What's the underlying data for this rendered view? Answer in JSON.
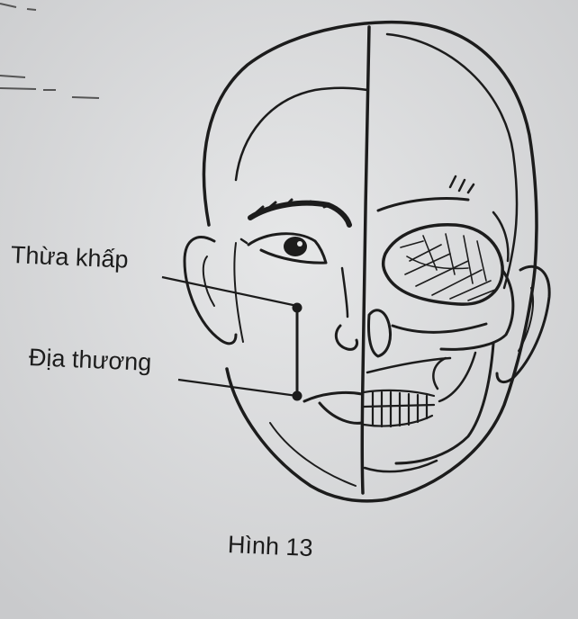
{
  "labels": {
    "point_1": "Thừa khấp",
    "point_2": "Địa thương"
  },
  "caption": "Hình 13",
  "colors": {
    "paper": "#d9dadb",
    "ink": "#1c1c1c"
  }
}
